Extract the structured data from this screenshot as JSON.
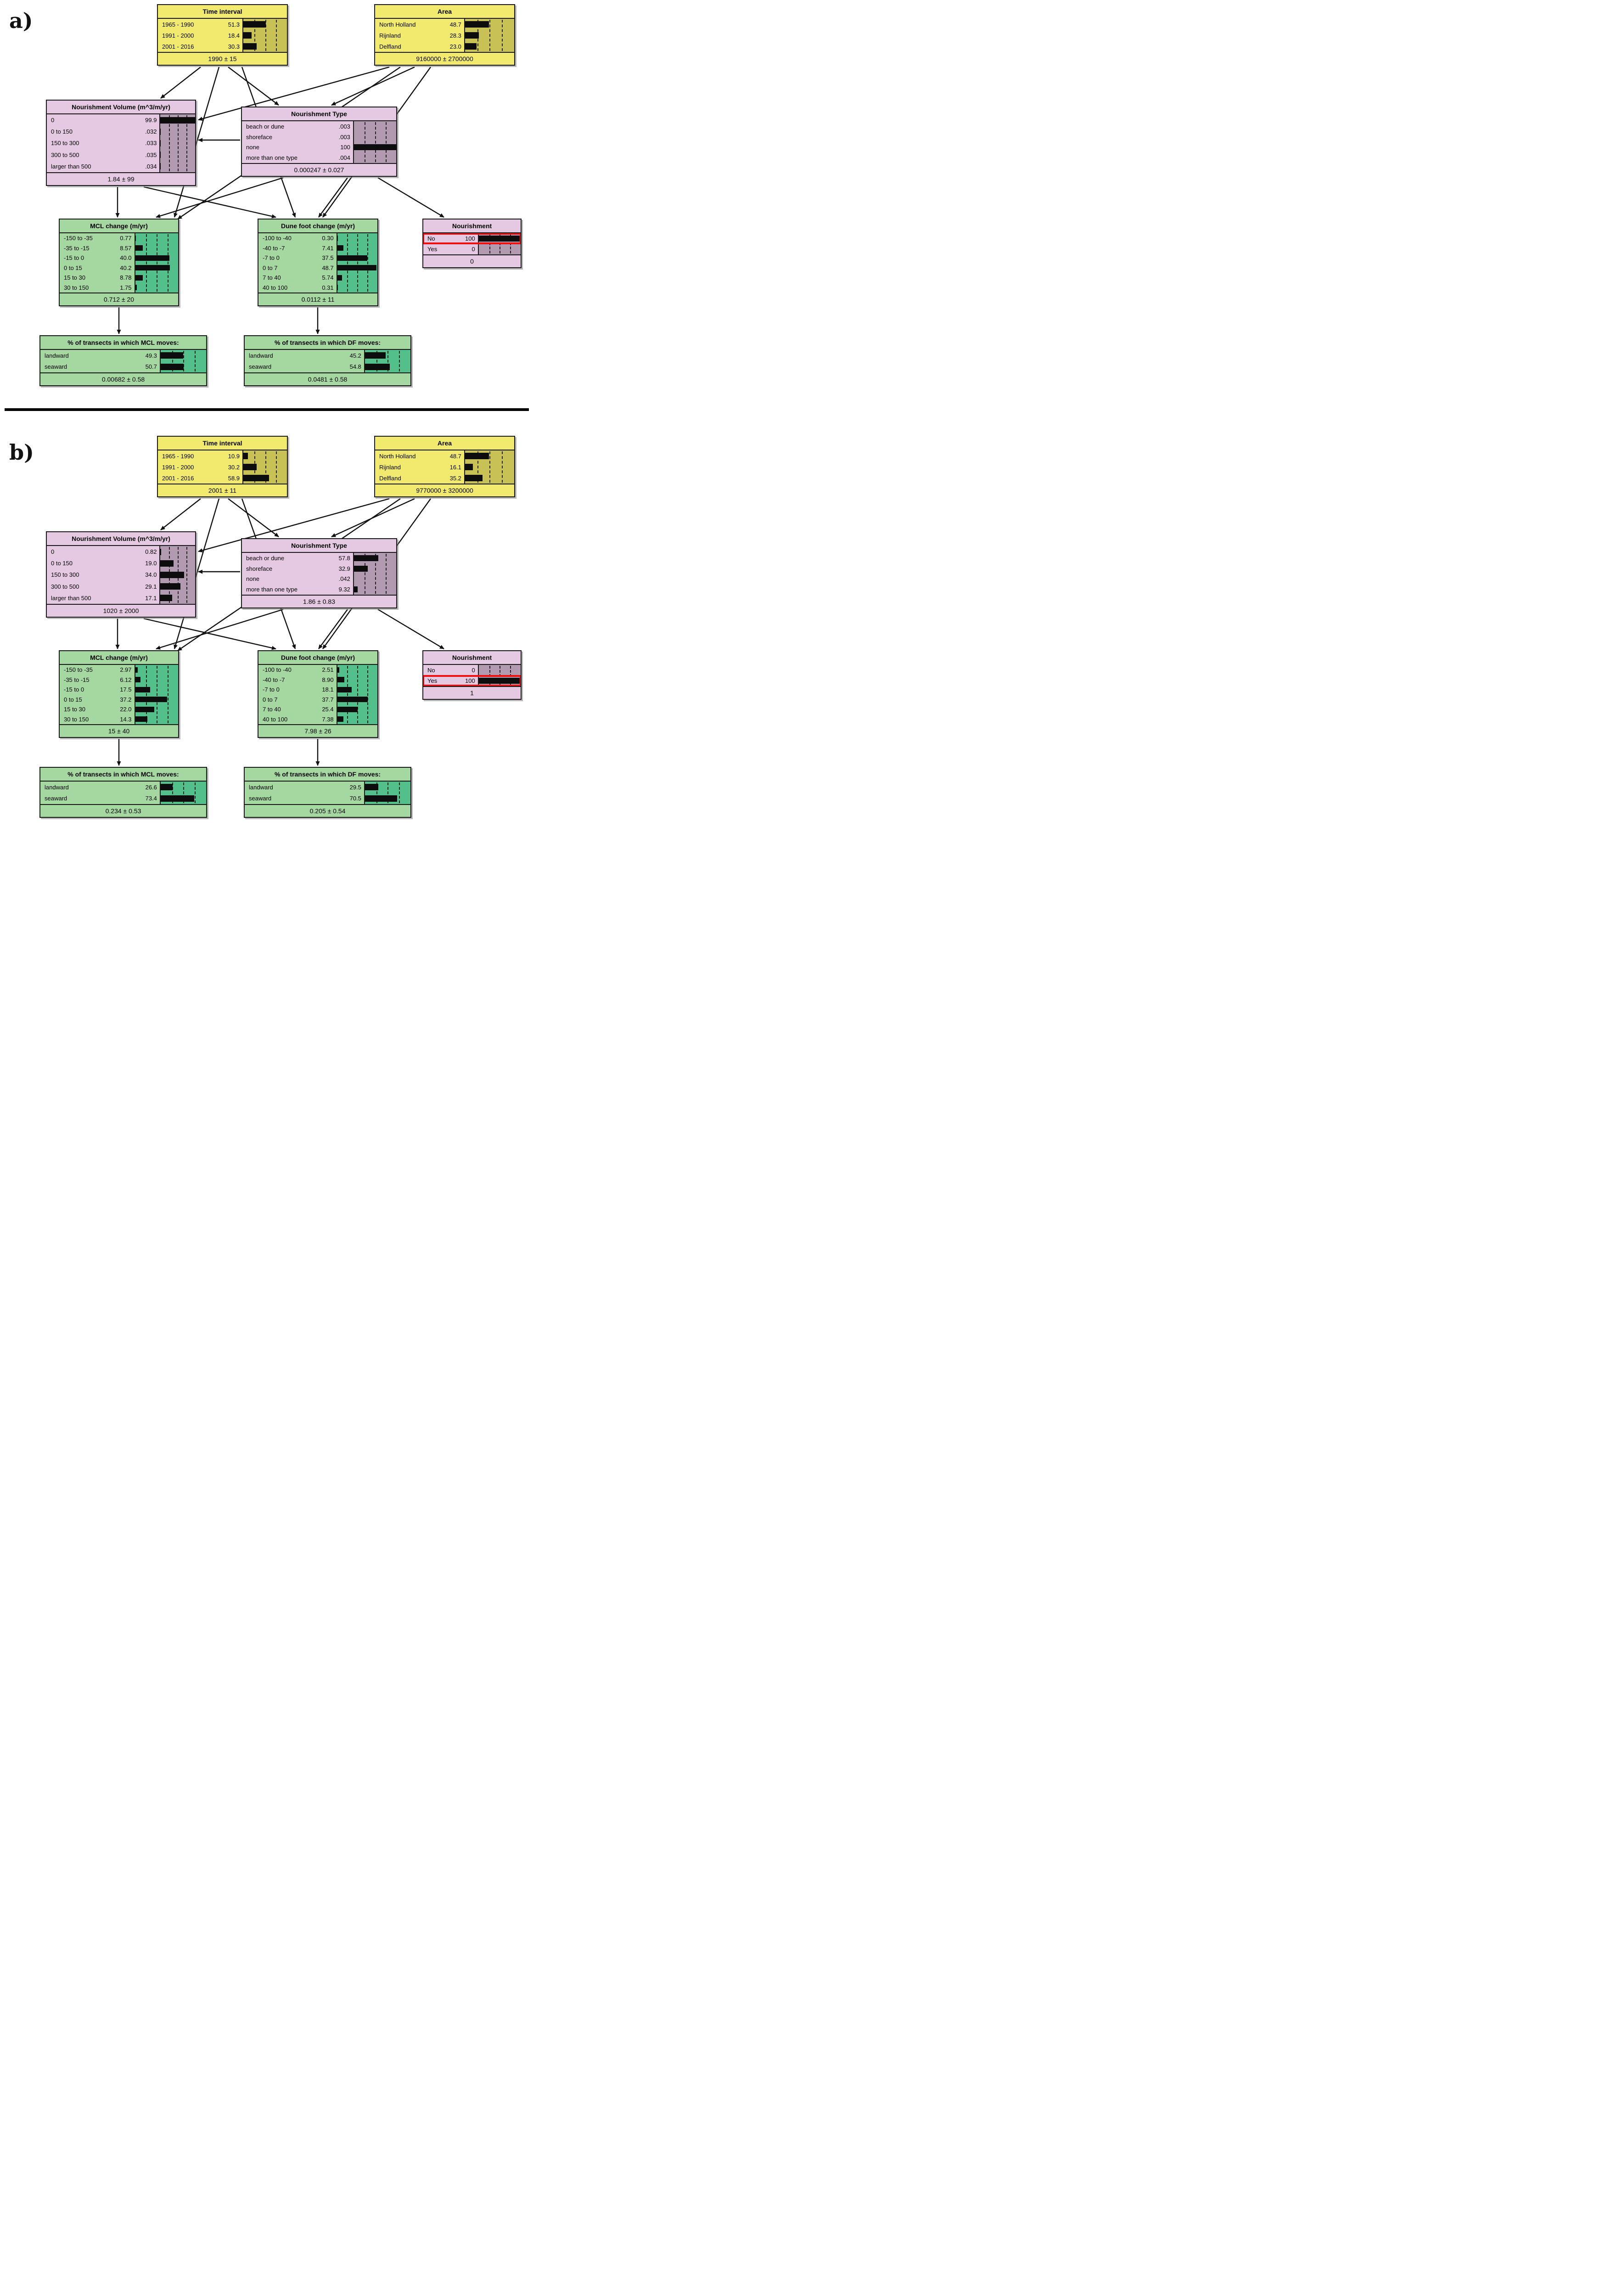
{
  "figure_title": "Bayesian network of coastal nourishment and coastline change",
  "panels": [
    {
      "id": "a",
      "label": "a)",
      "nodes": [
        {
          "id": "time-interval",
          "title": "Time interval",
          "color": "yellow",
          "bar_max": 100,
          "states": [
            {
              "label": "1965 - 1990",
              "value": "51.3",
              "p": 51.3
            },
            {
              "label": "1991 - 2000",
              "value": "18.4",
              "p": 18.4
            },
            {
              "label": "2001 - 2016",
              "value": "30.3",
              "p": 30.3
            }
          ],
          "footer": "1990 ± 15"
        },
        {
          "id": "area",
          "title": "Area",
          "color": "yellow",
          "bar_max": 100,
          "states": [
            {
              "label": "North Holland",
              "value": "48.7",
              "p": 48.7
            },
            {
              "label": "Rijnland",
              "value": "28.3",
              "p": 28.3
            },
            {
              "label": "Delfland",
              "value": "23.0",
              "p": 23.0
            }
          ],
          "footer": "9160000 ± 2700000"
        },
        {
          "id": "nourishment-volume",
          "title": "Nourishment Volume (m^3/m/yr)",
          "color": "pink",
          "bar_max": 50,
          "states": [
            {
              "label": "0",
              "value": "99.9",
              "p": 99.9
            },
            {
              "label": "0 to 150",
              "value": ".032",
              "p": 0.032
            },
            {
              "label": "150 to 300",
              "value": ".033",
              "p": 0.033
            },
            {
              "label": "300 to 500",
              "value": ".035",
              "p": 0.035
            },
            {
              "label": "larger than 500",
              "value": ".034",
              "p": 0.034
            }
          ],
          "footer": "1.84 ± 99"
        },
        {
          "id": "nourishment-type",
          "title": "Nourishment Type",
          "color": "pink",
          "bar_max": 100,
          "states": [
            {
              "label": "beach or dune",
              "value": ".003",
              "p": 0.003
            },
            {
              "label": "shoreface",
              "value": ".003",
              "p": 0.003
            },
            {
              "label": "none",
              "value": "100",
              "p": 100
            },
            {
              "label": "more than one type",
              "value": ".004",
              "p": 0.004
            }
          ],
          "footer": "0.000247 ± 0.027"
        },
        {
          "id": "mcl-change",
          "title": "MCL change (m/yr)",
          "color": "green",
          "bar_max": 50,
          "states": [
            {
              "label": "-150 to -35",
              "value": "0.77",
              "p": 0.77
            },
            {
              "label": "-35 to -15",
              "value": "8.57",
              "p": 8.57
            },
            {
              "label": "-15 to 0",
              "value": "40.0",
              "p": 40.0
            },
            {
              "label": "0 to 15",
              "value": "40.2",
              "p": 40.2
            },
            {
              "label": "15 to 30",
              "value": "8.78",
              "p": 8.78
            },
            {
              "label": "30 to 150",
              "value": "1.75",
              "p": 1.75
            }
          ],
          "footer": "0.712 ± 20"
        },
        {
          "id": "dune-foot-change",
          "title": "Dune foot change (m/yr)",
          "color": "green",
          "bar_max": 50,
          "states": [
            {
              "label": "-100 to -40",
              "value": "0.30",
              "p": 0.3
            },
            {
              "label": "-40 to -7",
              "value": "7.41",
              "p": 7.41
            },
            {
              "label": "-7 to 0",
              "value": "37.5",
              "p": 37.5
            },
            {
              "label": "0 to 7",
              "value": "48.7",
              "p": 48.7
            },
            {
              "label": "7 to 40",
              "value": "5.74",
              "p": 5.74
            },
            {
              "label": "40 to 100",
              "value": "0.31",
              "p": 0.31
            }
          ],
          "footer": "0.0112 ± 11"
        },
        {
          "id": "nourishment",
          "title": "Nourishment",
          "color": "pink",
          "bar_max": 100,
          "states": [
            {
              "label": "No",
              "value": "100",
              "p": 100,
              "highlight": true
            },
            {
              "label": "Yes",
              "value": "0",
              "p": 0
            }
          ],
          "footer": "0"
        },
        {
          "id": "pct-mcl",
          "title": "% of transects in which MCL moves:",
          "color": "green",
          "bar_max": 100,
          "states": [
            {
              "label": "landward",
              "value": "49.3",
              "p": 49.3
            },
            {
              "label": "seaward",
              "value": "50.7",
              "p": 50.7
            }
          ],
          "footer": "0.00682 ± 0.58"
        },
        {
          "id": "pct-df",
          "title": "% of transects in which DF moves:",
          "color": "green",
          "bar_max": 100,
          "states": [
            {
              "label": "landward",
              "value": "45.2",
              "p": 45.2
            },
            {
              "label": "seaward",
              "value": "54.8",
              "p": 54.8
            }
          ],
          "footer": "0.0481 ± 0.58"
        }
      ]
    },
    {
      "id": "b",
      "label": "b)",
      "nodes": [
        {
          "id": "time-interval",
          "title": "Time interval",
          "color": "yellow",
          "bar_max": 100,
          "states": [
            {
              "label": "1965 - 1990",
              "value": "10.9",
              "p": 10.9
            },
            {
              "label": "1991 - 2000",
              "value": "30.2",
              "p": 30.2
            },
            {
              "label": "2001 - 2016",
              "value": "58.9",
              "p": 58.9
            }
          ],
          "footer": "2001 ± 11"
        },
        {
          "id": "area",
          "title": "Area",
          "color": "yellow",
          "bar_max": 100,
          "states": [
            {
              "label": "North Holland",
              "value": "48.7",
              "p": 48.7
            },
            {
              "label": "Rijnland",
              "value": "16.1",
              "p": 16.1
            },
            {
              "label": "Delfland",
              "value": "35.2",
              "p": 35.2
            }
          ],
          "footer": "9770000 ± 3200000"
        },
        {
          "id": "nourishment-volume",
          "title": "Nourishment Volume (m^3/m/yr)",
          "color": "pink",
          "bar_max": 50,
          "states": [
            {
              "label": "0",
              "value": "0.82",
              "p": 0.82
            },
            {
              "label": "0 to 150",
              "value": "19.0",
              "p": 19.0
            },
            {
              "label": "150 to 300",
              "value": "34.0",
              "p": 34.0
            },
            {
              "label": "300 to 500",
              "value": "29.1",
              "p": 29.1
            },
            {
              "label": "larger than 500",
              "value": "17.1",
              "p": 17.1
            }
          ],
          "footer": "1020 ± 2000"
        },
        {
          "id": "nourishment-type",
          "title": "Nourishment Type",
          "color": "pink",
          "bar_max": 100,
          "states": [
            {
              "label": "beach or dune",
              "value": "57.8",
              "p": 57.8
            },
            {
              "label": "shoreface",
              "value": "32.9",
              "p": 32.9
            },
            {
              "label": "none",
              "value": ".042",
              "p": 0.042
            },
            {
              "label": "more than one type",
              "value": "9.32",
              "p": 9.32
            }
          ],
          "footer": "1.86 ± 0.83"
        },
        {
          "id": "mcl-change",
          "title": "MCL change (m/yr)",
          "color": "green",
          "bar_max": 50,
          "states": [
            {
              "label": "-150 to -35",
              "value": "2.97",
              "p": 2.97
            },
            {
              "label": "-35 to -15",
              "value": "6.12",
              "p": 6.12
            },
            {
              "label": "-15 to 0",
              "value": "17.5",
              "p": 17.5
            },
            {
              "label": "0 to 15",
              "value": "37.2",
              "p": 37.2
            },
            {
              "label": "15 to 30",
              "value": "22.0",
              "p": 22.0
            },
            {
              "label": "30 to 150",
              "value": "14.3",
              "p": 14.3
            }
          ],
          "footer": "15 ± 40"
        },
        {
          "id": "dune-foot-change",
          "title": "Dune foot change (m/yr)",
          "color": "green",
          "bar_max": 50,
          "states": [
            {
              "label": "-100 to -40",
              "value": "2.51",
              "p": 2.51
            },
            {
              "label": "-40 to -7",
              "value": "8.90",
              "p": 8.9
            },
            {
              "label": "-7 to 0",
              "value": "18.1",
              "p": 18.1
            },
            {
              "label": "0 to 7",
              "value": "37.7",
              "p": 37.7
            },
            {
              "label": "7 to 40",
              "value": "25.4",
              "p": 25.4
            },
            {
              "label": "40 to 100",
              "value": "7.38",
              "p": 7.38
            }
          ],
          "footer": "7.98 ± 26"
        },
        {
          "id": "nourishment",
          "title": "Nourishment",
          "color": "pink",
          "bar_max": 100,
          "states": [
            {
              "label": "No",
              "value": "0",
              "p": 0
            },
            {
              "label": "Yes",
              "value": "100",
              "p": 100,
              "highlight": true
            }
          ],
          "footer": "1"
        },
        {
          "id": "pct-mcl",
          "title": "% of transects in which MCL moves:",
          "color": "green",
          "bar_max": 100,
          "states": [
            {
              "label": "landward",
              "value": "26.6",
              "p": 26.6
            },
            {
              "label": "seaward",
              "value": "73.4",
              "p": 73.4
            }
          ],
          "footer": "0.234 ± 0.53"
        },
        {
          "id": "pct-df",
          "title": "% of transects in which DF moves:",
          "color": "green",
          "bar_max": 100,
          "states": [
            {
              "label": "landward",
              "value": "29.5",
              "p": 29.5
            },
            {
              "label": "seaward",
              "value": "70.5",
              "p": 70.5
            }
          ],
          "footer": "0.205 ± 0.54"
        }
      ]
    }
  ],
  "edges": [
    [
      "time-interval",
      "nourishment-volume"
    ],
    [
      "time-interval",
      "nourishment-type"
    ],
    [
      "time-interval",
      "mcl-change"
    ],
    [
      "time-interval",
      "dune-foot-change"
    ],
    [
      "area",
      "nourishment-volume"
    ],
    [
      "area",
      "nourishment-type"
    ],
    [
      "area",
      "mcl-change"
    ],
    [
      "area",
      "dune-foot-change"
    ],
    [
      "nourishment-type",
      "nourishment-volume"
    ],
    [
      "nourishment-type",
      "mcl-change"
    ],
    [
      "nourishment-type",
      "dune-foot-change"
    ],
    [
      "nourishment-type",
      "nourishment"
    ],
    [
      "nourishment-volume",
      "mcl-change"
    ],
    [
      "nourishment-volume",
      "dune-foot-change"
    ],
    [
      "mcl-change",
      "pct-mcl"
    ],
    [
      "dune-foot-change",
      "pct-df"
    ]
  ],
  "colors": {
    "yellow_body": "#f2e96f",
    "yellow_bar_bg": "#c8c155",
    "pink_body": "#e5c9e2",
    "pink_bar_bg": "#b29ab0",
    "green_body": "#a5d7a1",
    "green_bar_bg": "#53c08b",
    "bar_fill": "#0d0d0d",
    "border": "#1a1a1a",
    "evidence_highlight": "#ee1111"
  }
}
